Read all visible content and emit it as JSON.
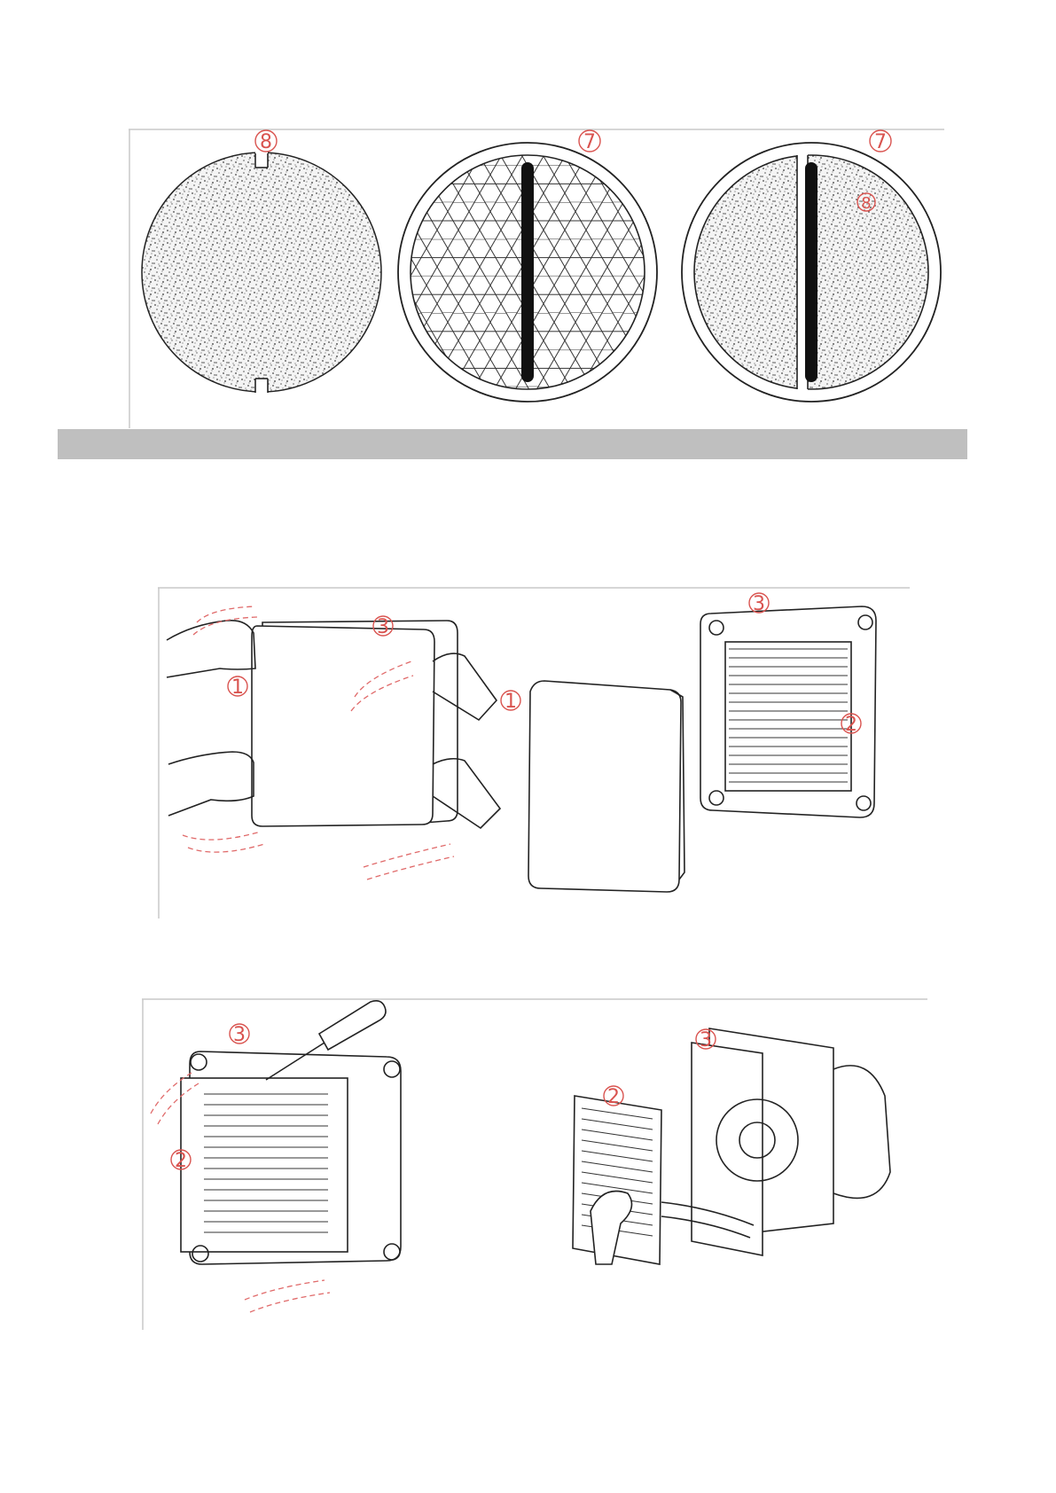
{
  "figure1": {
    "callouts": {
      "filter_pad": "8",
      "filter_frame": "7",
      "assembled_frame": "7",
      "assembled_pad": "8"
    }
  },
  "figure2": {
    "callouts": {
      "front_cover": "1",
      "body": "3",
      "removed_cover": "1",
      "housing": "3",
      "grille": "2"
    }
  },
  "figure3": {
    "callouts": {
      "housing": "3",
      "grille": "2",
      "open_housing": "3",
      "removed_grille": "2"
    }
  }
}
